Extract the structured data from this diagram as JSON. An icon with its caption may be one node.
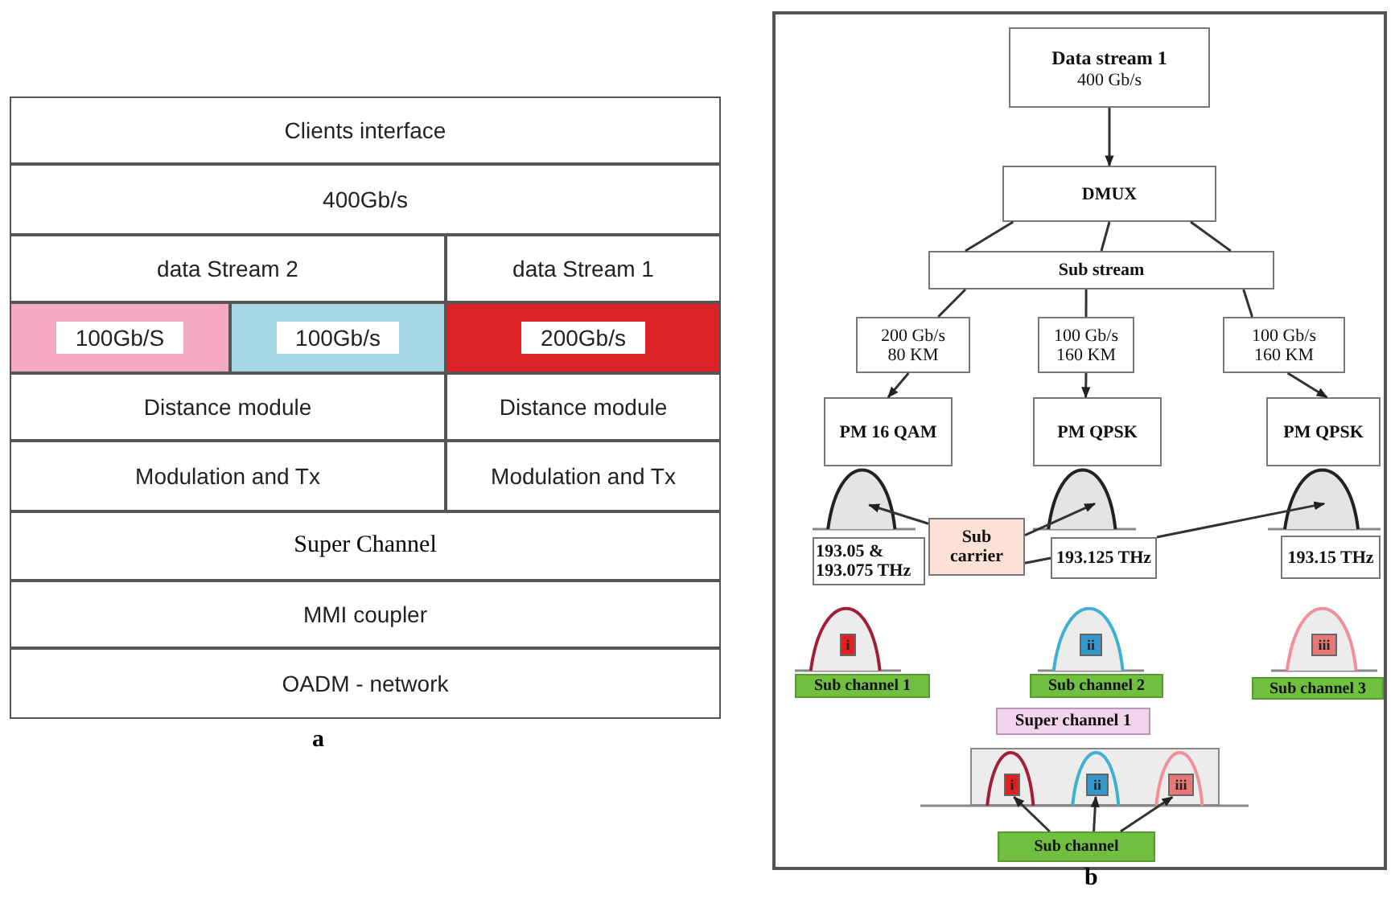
{
  "diagram": {
    "nodes": [
      {
        "text": [
          "Clients interface"
        ]
      },
      {
        "text": [
          "400Gb/s"
        ]
      },
      {
        "text": [
          "data Stream 2"
        ]
      },
      {
        "text": [
          "data Stream 1"
        ]
      },
      {
        "text": [
          "100Gb/S"
        ]
      },
      {
        "text": [
          "100Gb/s"
        ]
      },
      {
        "text": [
          "200Gb/s"
        ]
      },
      {
        "text": [
          "Distance module"
        ]
      },
      {
        "text": [
          "Distance module"
        ]
      },
      {
        "text": [
          "Modulation and Tx"
        ]
      },
      {
        "text": [
          "Modulation and Tx"
        ]
      },
      {
        "text": [
          "Super Channel"
        ]
      },
      {
        "text": [
          "MMI coupler"
        ]
      },
      {
        "text": [
          "OADM - network"
        ]
      },
      {
        "text": [
          "Data stream 1",
          "400 Gb/s"
        ]
      },
      {
        "text": [
          "DMUX"
        ]
      },
      {
        "text": [
          "Sub stream"
        ]
      },
      {
        "text": [
          "200 Gb/s 80 KM"
        ]
      },
      {
        "text": [
          "100 Gb/s 160 KM"
        ]
      },
      {
        "text": [
          "100 Gb/s 160 KM"
        ]
      },
      {
        "text": [
          "PM 16 QAM"
        ]
      },
      {
        "text": [
          "PM QPSK"
        ]
      },
      {
        "text": [
          "PM QPSK"
        ]
      },
      {
        "text": [],
        "shape": "curve"
      },
      {
        "text": [],
        "shape": "curve"
      },
      {
        "text": [],
        "shape": "curve"
      },
      {
        "text": [
          "193.05 & 193.075 THz"
        ]
      },
      {
        "text": [
          "Sub carrier"
        ]
      },
      {
        "text": [
          "193.125 THz"
        ]
      },
      {
        "text": [
          "193.15 THz"
        ]
      },
      {
        "text": [
          "i"
        ]
      },
      {
        "text": [
          "ii"
        ]
      },
      {
        "text": [
          "iii"
        ]
      },
      {
        "text": [
          "Sub channel 1"
        ]
      },
      {
        "text": [
          "Sub channel 2"
        ]
      },
      {
        "text": [
          "Sub channel 3"
        ]
      },
      {
        "text": [
          "Super channel 1"
        ]
      },
      {
        "text": [],
        "shape": "box"
      },
      {
        "text": [
          "i"
        ],
        "in": 37
      },
      {
        "text": [
          "ii"
        ],
        "in": 37
      },
      {
        "text": [
          "iii"
        ],
        "in": 37
      },
      {
        "text": [
          "Sub channel"
        ]
      }
    ],
    "edges": [
      {
        "from": 14,
        "to": 15,
        "arrow": "to"
      },
      {
        "from": 15,
        "to": 16,
        "arrow": "none"
      },
      {
        "from": 15,
        "to": 16,
        "arrow": "none"
      },
      {
        "from": 15,
        "to": 16,
        "arrow": "none"
      },
      {
        "from": 16,
        "to": 17,
        "arrow": "none"
      },
      {
        "from": 16,
        "to": 18,
        "arrow": "none"
      },
      {
        "from": 16,
        "to": 19,
        "arrow": "none"
      },
      {
        "from": 17,
        "to": 20,
        "arrow": "to"
      },
      {
        "from": 18,
        "to": 21,
        "arrow": "to"
      },
      {
        "from": 19,
        "to": 22,
        "arrow": "to"
      },
      {
        "from": 27,
        "to": 23,
        "arrow": "to"
      },
      {
        "from": 27,
        "to": 24,
        "arrow": "to"
      },
      {
        "from": 27,
        "to": 28,
        "arrow": "none"
      },
      {
        "from": 28,
        "to": 25,
        "arrow": "to"
      },
      {
        "from": 41,
        "to": 38,
        "arrow": "to"
      },
      {
        "from": 41,
        "to": 39,
        "arrow": "to"
      },
      {
        "from": 41,
        "to": 40,
        "arrow": "to"
      }
    ],
    "labels": [
      "a",
      "b"
    ]
  }
}
